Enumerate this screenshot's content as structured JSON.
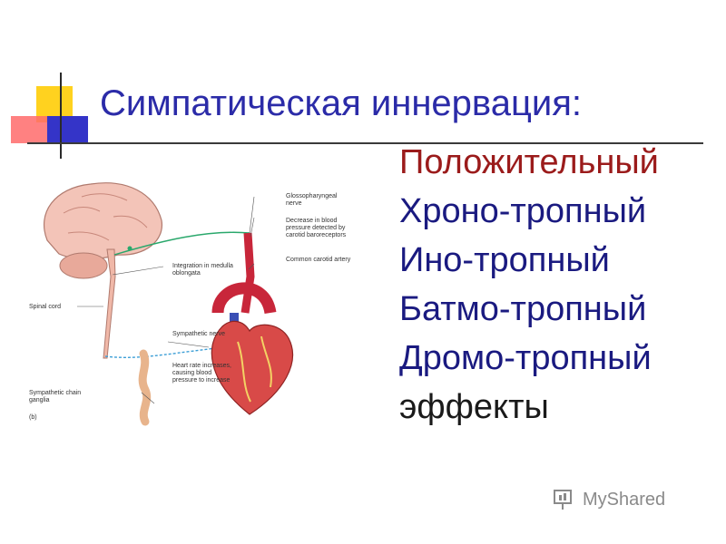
{
  "slide": {
    "title": "Симпатическая иннервация:",
    "effects": [
      {
        "text": "Положительный",
        "color": "#9b1b1b"
      },
      {
        "text": "Хроно-тропный",
        "color": "#1a1a80"
      },
      {
        "text": "Ино-тропный",
        "color": "#1a1a80"
      },
      {
        "text": "Батмо-тропный",
        "color": "#1a1a80"
      },
      {
        "text": "Дромо-тропный",
        "color": "#1a1a80"
      },
      {
        "text": "эффекты",
        "color": "#1a1a1a"
      }
    ]
  },
  "diagram": {
    "labels": {
      "glossopharyngeal": "Glossopharyngeal nerve",
      "decrease_bp": "Decrease in blood pressure detected by carotid baroreceptors",
      "carotid": "Common carotid artery",
      "integration": "Integration in medulla oblongata",
      "spinal_cord": "Spinal cord",
      "sympathetic_nerve": "Sympathetic nerve",
      "heart_rate": "Heart rate increases, causing blood pressure to increase",
      "chain_ganglia": "Sympathetic chain ganglia",
      "panel": "(b)"
    }
  },
  "watermark": {
    "text": "MyShared"
  }
}
